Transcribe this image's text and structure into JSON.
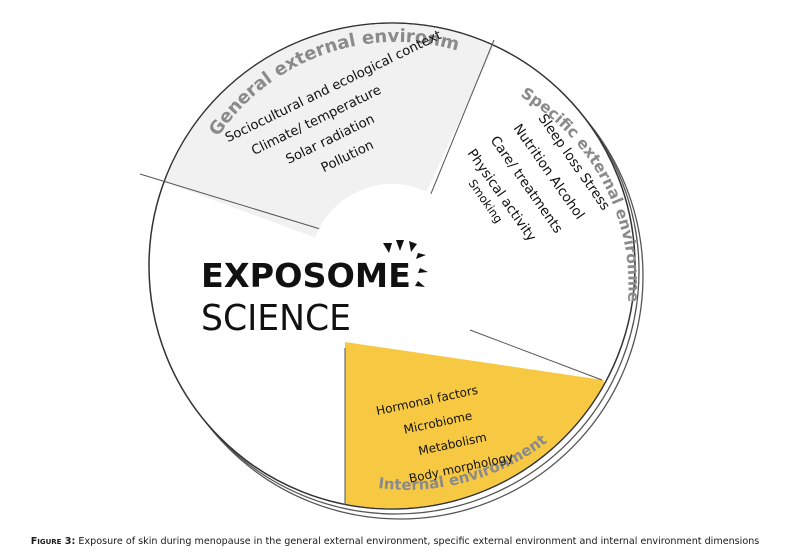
{
  "segments": {
    "general": {
      "title": "General external environment",
      "items": [
        "Sociocultural and ecological context",
        "Climate/ temperature",
        "Solar radiation",
        "Pollution"
      ]
    },
    "specific": {
      "title": "Specific external environmen",
      "items": [
        "Sleep loss Stress",
        "Nutrition  Alcohol",
        "Care/ treatments",
        "Physical activity",
        "Smoking"
      ]
    },
    "internal": {
      "title": "Internal environment",
      "items": [
        "Hormonal factors",
        "Microbiome",
        "Metabolism",
        "Body morphology"
      ]
    }
  },
  "logo": {
    "line1": "EXPOSOME",
    "line2": "SCIENCE"
  },
  "caption": {
    "label": "Figure 3:",
    "text": " Exposure of skin during menopause in the general external environment, specific external environment and internal environment dimensions"
  },
  "colors": {
    "general": "#f1f1f1",
    "internal": "#f7c842",
    "title_gray": "#8a8a8a"
  }
}
